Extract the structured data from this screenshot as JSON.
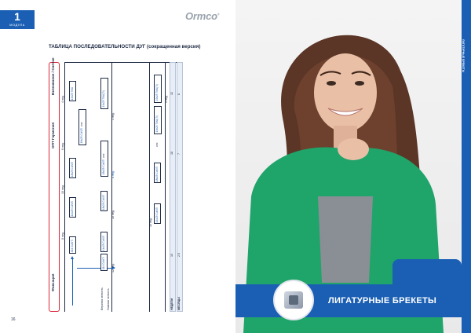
{
  "chapter": {
    "number": "1",
    "label": "МОДУЛЬ"
  },
  "brand": {
    "name": "Ormco"
  },
  "page": {
    "number": "16"
  },
  "table": {
    "title": "ТАБЛИЦА ПОСЛЕДОВАТЕЛЬНОСТИ ДУГ (сокращенная версия)",
    "col_headers": [
      "Фиксация",
      "ОПТ Гармония",
      "Вклеивание / Снятие"
    ],
    "row_labels": [
      "Верхняя челюсть",
      "Нижняя челюсть"
    ],
    "weeks_12": "12 нед.",
    "weeks_8a": "8 нед.",
    "weeks_10a": "10 нед.",
    "weeks_6": "6 нед.",
    "weeks_4a": "4 нед.",
    "weeks_10b": "10 нед.",
    "weeks_8b": "8 нед.",
    "weeks_4b": "4 нед.",
    "weeks_10c": "10 нед.",
    "weeks_4c": "4 нед.",
    "upper_014": ".014 CuNiTi",
    "lower_014": ".014 CuNiTi",
    "w_14x25a": ".14x25 CuNiTi",
    "w_14x25b": ".14x25 CuNiTi",
    "w_14x25c": ".14x25 CuNiTi",
    "w_18x25a": ".18x25 CuNiTi",
    "w_18x25b": ".18x25 CuNiTi",
    "w_18x25c": ".18x25 CuNiTi",
    "w_18x25d": ".18x25 CuNiTi",
    "w_18x25e": ".18x25 CuNiTi",
    "w_19x25a": ".19x25 TMA",
    "w_19x25b": ".19x25 TMA(Ti)",
    "w_19x25c": ".19x25 TMA(Ti)",
    "w_19x25d": ".19x25 TMA(Ti)",
    "or_a": "или",
    "or_b": "или",
    "or_c": "или",
    "footer": {
      "label1": "НЕДЕЛИ",
      "label2": "МЕСЯЦЫ",
      "w1": "10",
      "w2": "18",
      "w3": "32",
      "m1": "2.5",
      "m2": "7",
      "m3": "8"
    }
  },
  "right_page": {
    "side_tab": "ЛИГАТУРНЫЕ БРЕКЕТЫ",
    "banner_title": "ЛИГАТУРНЫЕ БРЕКЕТЫ"
  },
  "colors": {
    "blue": "#1a5fb4",
    "red": "#d9263a",
    "navy": "#1e2a44"
  }
}
